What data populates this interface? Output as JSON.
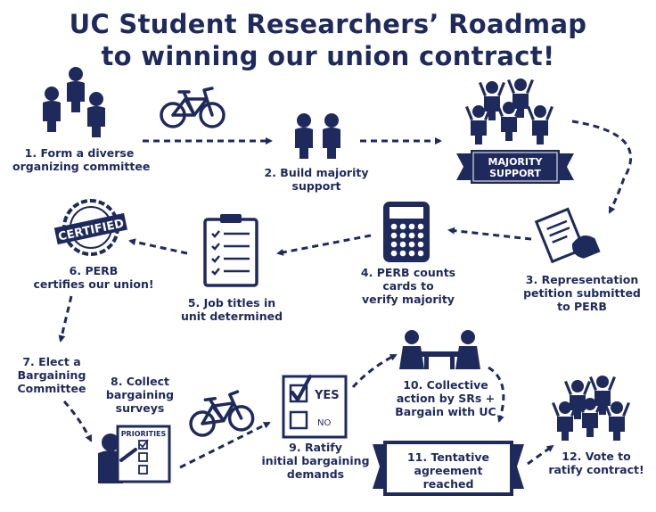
{
  "title": {
    "line1": "UC Student Researchers’ Roadmap",
    "line2": "to winning our union contract!"
  },
  "steps": [
    {
      "lines": [
        "1. Form a diverse",
        "organizing committee"
      ]
    },
    {
      "lines": [
        "2. Build majority",
        "support"
      ]
    },
    {
      "lines": [
        "3. Representation",
        "petition submitted",
        "to PERB"
      ]
    },
    {
      "lines": [
        "4. PERB counts",
        "cards to",
        "verify majority"
      ]
    },
    {
      "lines": [
        "5. Job titles in",
        "unit determined"
      ]
    },
    {
      "lines": [
        "6. PERB",
        "certifies our union!"
      ]
    },
    {
      "lines": [
        "7. Elect a",
        "Bargaining",
        "Committee"
      ]
    },
    {
      "lines": [
        "8. Collect",
        "bargaining",
        "surveys"
      ]
    },
    {
      "lines": [
        "9. Ratify",
        "initial bargaining",
        "demands"
      ]
    },
    {
      "lines": [
        "10. Collective",
        "action by SRs +",
        "Bargain with UC"
      ]
    },
    {
      "lines": [
        "11. Tentative",
        "agreement",
        "reached"
      ]
    },
    {
      "lines": [
        "12. Vote to",
        "ratify contract!"
      ]
    }
  ],
  "banner_majority": {
    "lines": [
      "MAJORITY",
      "SUPPORT"
    ]
  },
  "stamp_text": "CERTIFIED",
  "priorities_label": "PRIORITIES",
  "ballot": {
    "yes": "YES",
    "no": "NO"
  },
  "colors": {
    "navy": "#1f2a5c",
    "white": "#ffffff"
  },
  "icons": [
    "group-icon",
    "bicycle-icon",
    "pair-icon",
    "crowd-icon",
    "ribbon-banner-icon",
    "petition-hand-icon",
    "calculator-icon",
    "clipboard-checklist-icon",
    "certified-stamp-icon",
    "priorities-board-icon",
    "ballot-icon",
    "meeting-table-icon"
  ]
}
